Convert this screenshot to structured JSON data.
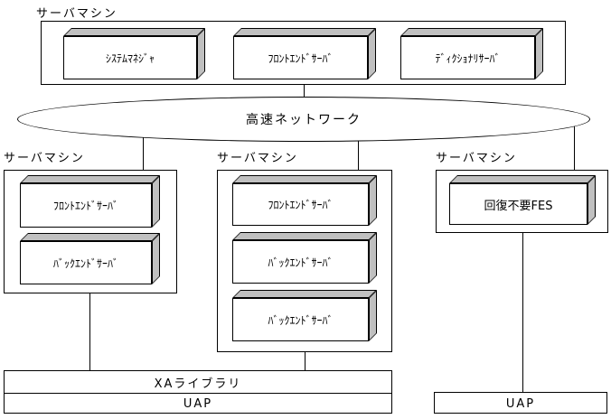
{
  "colors": {
    "line": "#000000",
    "shade": "#c0c0c0",
    "face": "#ffffff",
    "background": "#ffffff"
  },
  "top_machine": {
    "label": "サーバマシン",
    "servers": [
      "ｼｽﾃﾑﾏﾈｼﾞｬ",
      "ﾌﾛﾝﾄｴﾝﾄﾞｻｰﾊﾞ",
      "ﾃﾞｨｸｼｮﾅﾘｻｰﾊﾞ"
    ]
  },
  "network": {
    "label": "高速ネットワーク"
  },
  "machine_left": {
    "label": "サーバマシン",
    "servers": [
      "ﾌﾛﾝﾄｴﾝﾄﾞｻｰﾊﾞ",
      "ﾊﾞｯｸｴﾝﾄﾞｻｰﾊﾞ"
    ]
  },
  "machine_middle": {
    "label": "サーバマシン",
    "servers": [
      "ﾌﾛﾝﾄｴﾝﾄﾞｻｰﾊﾞ",
      "ﾊﾞｯｸｴﾝﾄﾞｻｰﾊﾞ",
      "ﾊﾞｯｸｴﾝﾄﾞｻｰﾊﾞ"
    ]
  },
  "machine_right": {
    "label": "サーバマシン",
    "servers": [
      "回復不要FES"
    ]
  },
  "xa_library_label": "XAライブラリ",
  "uap_left_label": "UAP",
  "uap_right_label": "UAP"
}
